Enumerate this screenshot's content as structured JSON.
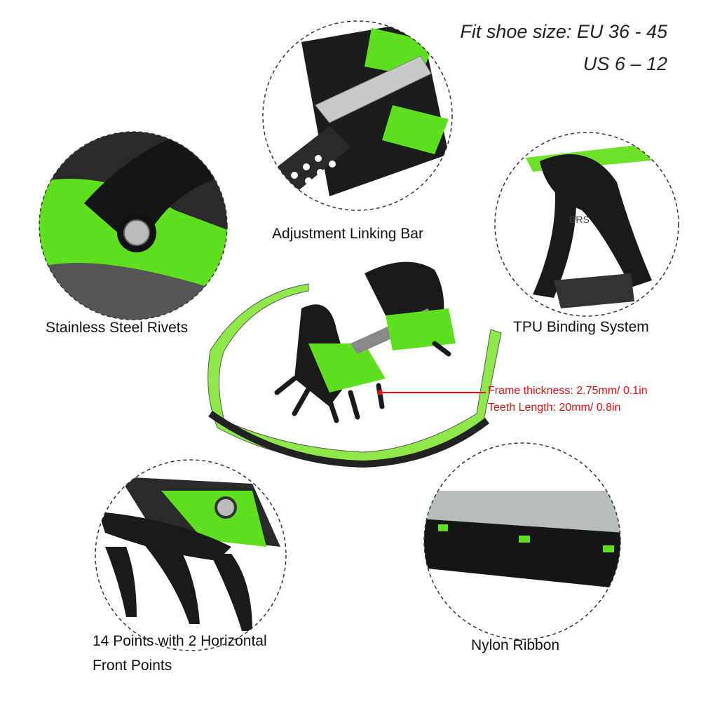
{
  "fit": {
    "line1": "Fit shoe size: EU 36 - 45",
    "line2": "US 6 – 12"
  },
  "labels": {
    "linking_bar": "Adjustment Linking Bar",
    "rivets": "Stainless Steel Rivets",
    "binding": "TPU Binding System",
    "points_line1": "14 Points with 2 Horizontal",
    "points_line2": "Front Points",
    "ribbon": "Nylon Ribbon"
  },
  "specs": {
    "frame": "Frame thickness: 2.75mm/ 0.1in",
    "teeth": "Teeth Length: 20mm/ 0.8in"
  },
  "binding_logo": "BRS",
  "colors": {
    "accent_green": "#5fe01e",
    "frame_black": "#1a1a1a",
    "spec_red": "#e01010"
  }
}
